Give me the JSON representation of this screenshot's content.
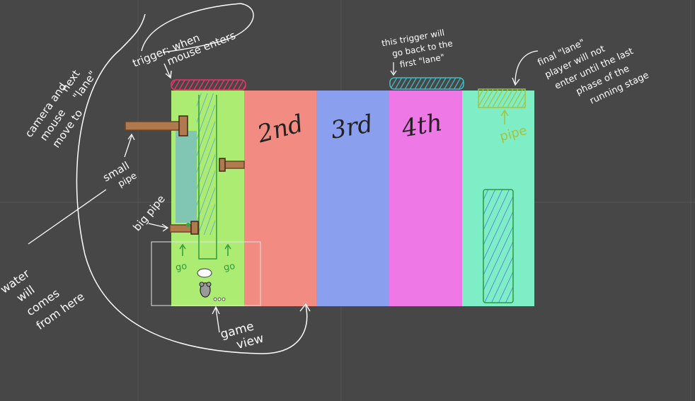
{
  "lanes": [
    {
      "label": "2nd",
      "color": "#f28b82"
    },
    {
      "label": "3rd",
      "color": "#8aa0ef"
    },
    {
      "label": "4th",
      "color": "#ee79e6"
    }
  ],
  "colors": {
    "background": "#474747",
    "lane1": "#acec72",
    "lane5": "#7fedc6",
    "trigger_enter": "#e8336d",
    "trigger_back": "#3fbdc4",
    "final_trigger": "#a6c43a",
    "pipe": "#b07a4e",
    "pipe_dark": "#6a4527",
    "water": "#5fa8e8",
    "pipe_outline": "#2f9a3c"
  },
  "annotations": {
    "trigger_when_mouse_enters": [
      "trigger: when",
      "mouse enters"
    ],
    "camera_and_mouse_move": [
      "camera and",
      "mouse",
      "move to",
      "next",
      "\"lane\""
    ],
    "small_pipe": [
      "small",
      "pipe"
    ],
    "big_pipe": "big pipe",
    "water_will_come_from_here": [
      "water",
      "will",
      "comes",
      "from here"
    ],
    "game_view": [
      "game",
      "view"
    ],
    "go_left": "go",
    "go_right": "go",
    "this_trigger_back": [
      "this trigger will",
      "go back to the",
      "first \"lane\""
    ],
    "final_lane_note": [
      "final \"lane\"",
      "player will not",
      "enter until the last",
      "phase of the",
      "running stage"
    ],
    "pipe_label": "pipe"
  }
}
